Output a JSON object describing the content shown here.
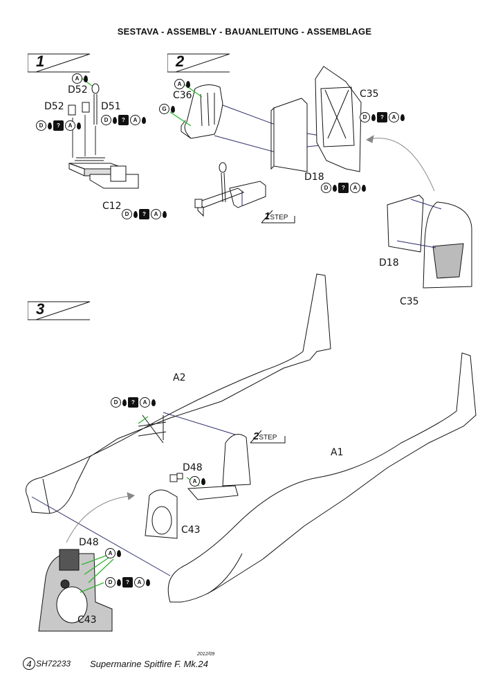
{
  "title": "SESTAVA -  ASSEMBLY - BAUANLEITUNG - ASSEMBLAGE",
  "steps": [
    {
      "number": "1"
    },
    {
      "number": "2"
    },
    {
      "number": "3"
    }
  ],
  "parts": {
    "d52_top": "D52",
    "d52_left": "D52",
    "d51": "D51",
    "c12": "C12",
    "c36": "C36",
    "c35": "C35",
    "d18": "D18",
    "d18_detail": "D18",
    "c35_detail": "C35",
    "a2": "A2",
    "a1": "A1",
    "d48": "D48",
    "c43": "C43",
    "d48_detail": "D48",
    "c43_detail": "C43"
  },
  "step_refs": {
    "ref1_num": "1",
    "ref1_word": "STEP",
    "ref2_num": "2",
    "ref2_word": "STEP"
  },
  "icon_letters": {
    "a": "A",
    "d": "D",
    "g": "G",
    "q": "?"
  },
  "footer": {
    "page": "4",
    "code": "SH72233",
    "model": "Supermarine Spitfire F. Mk.24",
    "date": "2012/09"
  }
}
